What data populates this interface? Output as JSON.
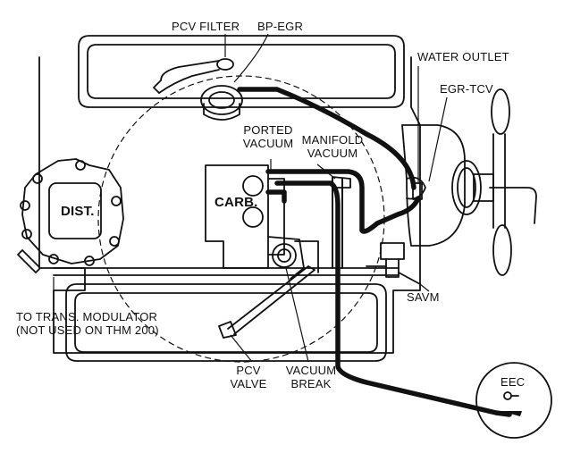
{
  "labels": {
    "pcv_filter": "PCV FILTER",
    "bp_egr": "BP-EGR",
    "water_outlet": "WATER OUTLET",
    "egr_tcv": "EGR-TCV",
    "ported_vacuum": [
      "PORTED",
      "VACUUM"
    ],
    "manifold_vacuum": [
      "MANIFOLD",
      "VACUUM"
    ],
    "dist": "DIST.",
    "carb": "CARB.",
    "savm": "SAVM",
    "to_trans_modulator": [
      "TO TRANS. MODULATOR",
      "(NOT USED ON THM 200)"
    ],
    "pcv_valve": [
      "PCV",
      "VALVE"
    ],
    "vacuum_break": [
      "VACUUM",
      "BREAK"
    ],
    "eec": "EEC"
  },
  "colors": {
    "line": "#111111",
    "background": "#ffffff"
  }
}
